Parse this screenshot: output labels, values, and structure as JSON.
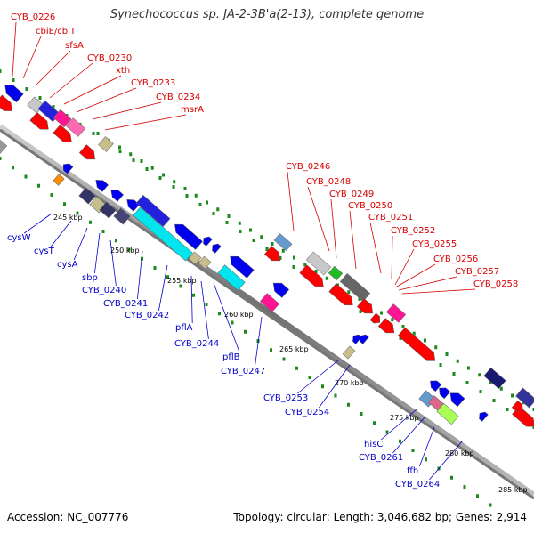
{
  "title": "Synechococcus sp. JA-2-3B'a(2-13), complete genome",
  "footer": {
    "accession": "Accession: NC_007776",
    "summary": "Topology: circular; Length: 3,046,682 bp; Genes: 2,914"
  },
  "colors": {
    "forward_gene": "#ff0000",
    "reverse_gene": "#0000ee",
    "backbone": "#888888",
    "ruler_dots": "#1c8a1c",
    "label_forward": "#d60000",
    "label_reverse": "#0000c8"
  },
  "ticks": [
    "245 kbp",
    "250 kbp",
    "255 kbp",
    "260 kbp",
    "265 kbp",
    "270 kbp",
    "275 kbp",
    "280 kbp",
    "285 kbp"
  ],
  "forward_labels": [
    "CYB_0226",
    "cbiE/cbiT",
    "sfsA",
    "CYB_0230",
    "xth",
    "CYB_0233",
    "CYB_0234",
    "msrA",
    "CYB_0246",
    "CYB_0248",
    "CYB_0249",
    "CYB_0250",
    "CYB_0251",
    "CYB_0252",
    "CYB_0255",
    "CYB_0256",
    "CYB_0257",
    "CYB_0258"
  ],
  "reverse_labels": [
    "cysW",
    "cysT",
    "cysA",
    "sbp",
    "CYB_0240",
    "CYB_0241",
    "CYB_0242",
    "pflA",
    "CYB_0244",
    "pflB",
    "CYB_0247",
    "CYB_0253",
    "CYB_0254",
    "hisC",
    "CYB_0261",
    "ffh",
    "CYB_0264"
  ]
}
